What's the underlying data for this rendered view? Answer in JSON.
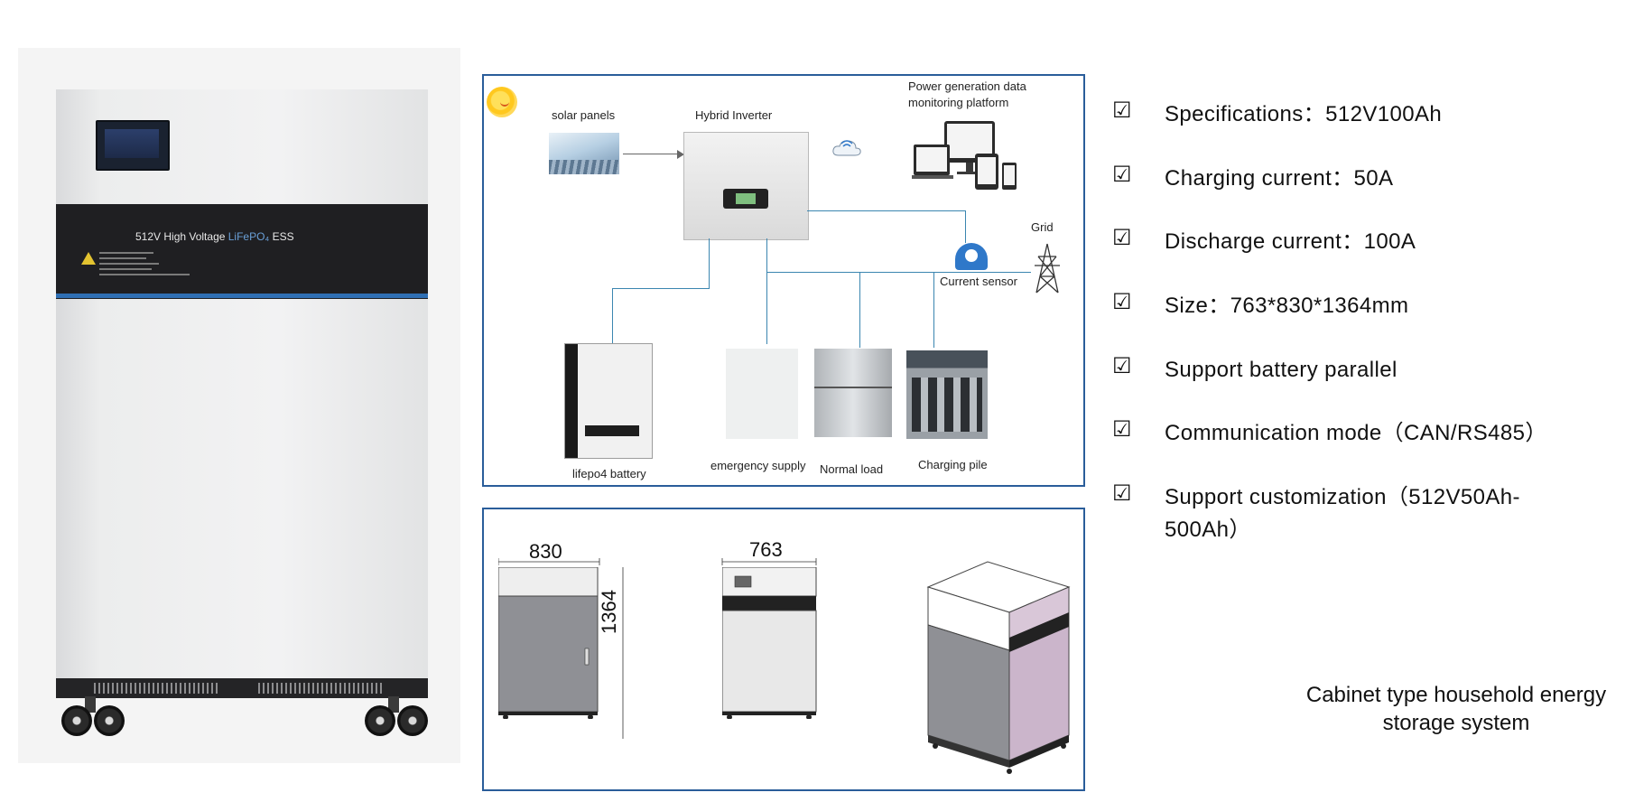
{
  "product_label": {
    "title_a": "512V High Voltage ",
    "title_b": "LiFePO₄",
    "title_c": " ESS"
  },
  "diagram": {
    "solar_panels": "solar panels",
    "hybrid_inverter": "Hybrid Inverter",
    "monitoring_line1": "Power generation data",
    "monitoring_line2": "monitoring platform",
    "grid": "Grid",
    "current_sensor": "Current sensor",
    "battery": "lifepo4 battery",
    "emergency": "emergency supply",
    "normal_load": "Normal load",
    "charging_pile": "Charging pile"
  },
  "dimensions": {
    "depth": "830",
    "width": "763",
    "height": "1364"
  },
  "specs": [
    {
      "text": "Specifications：512V100Ah"
    },
    {
      "text": "Charging current：50A"
    },
    {
      "text": "Discharge current：100A"
    },
    {
      "text": "Size：763*830*1364mm"
    },
    {
      "text": "Support battery parallel"
    },
    {
      "text": "Communication mode（CAN/RS485）"
    },
    {
      "text": "Support customization（512V50Ah-500Ah）"
    }
  ],
  "checkbox_glyph": "☑",
  "caption": {
    "line1": "Cabinet type household energy",
    "line2": "storage system"
  },
  "colors": {
    "frame_blue": "#2a5d9a",
    "connector_blue": "#3b86b0",
    "stripe_blue": "#2f6fb4",
    "warning_yellow": "#e3c330"
  }
}
